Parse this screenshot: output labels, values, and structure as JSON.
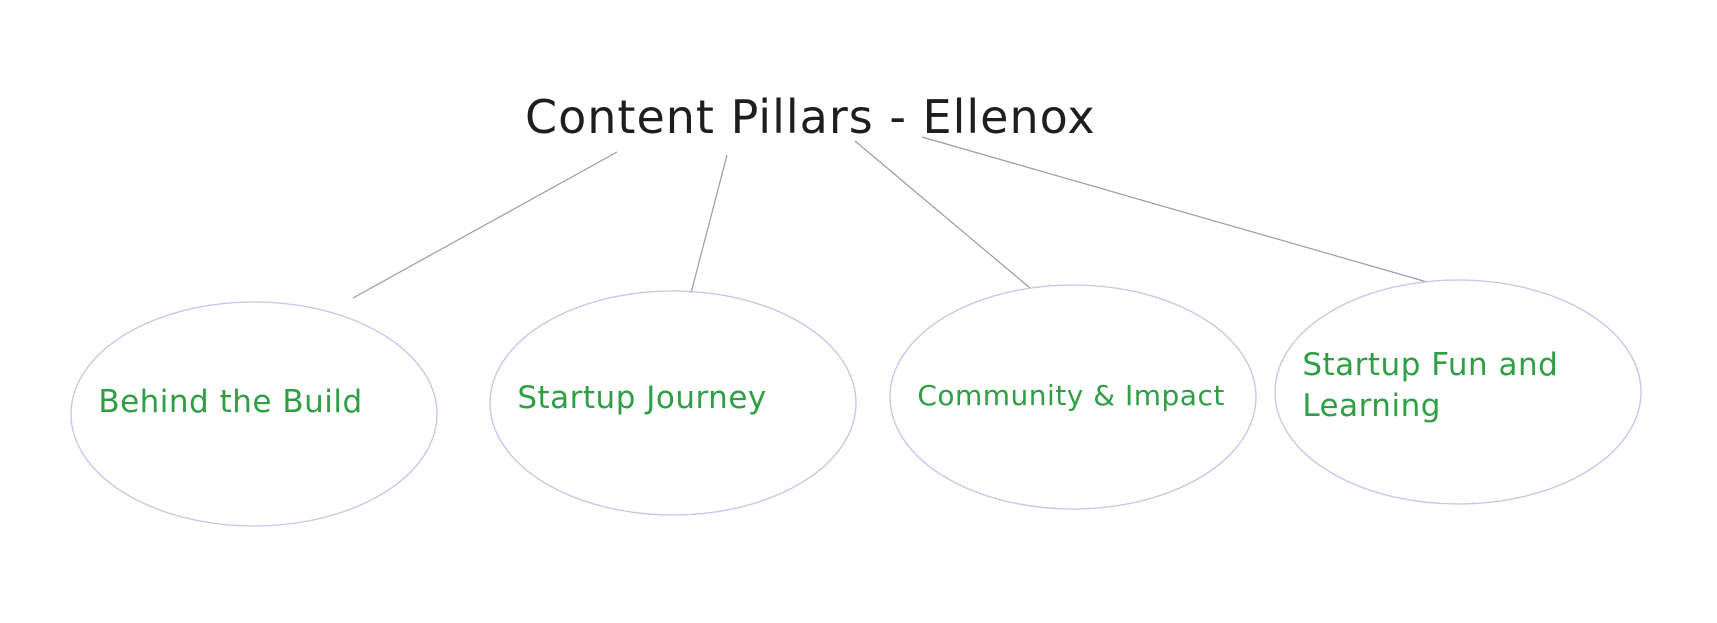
{
  "title": "Content Pillars - Ellenox",
  "pillars": [
    {
      "lines": [
        "Behind the Build"
      ]
    },
    {
      "lines": [
        "Startup Journey"
      ]
    },
    {
      "lines": [
        "Community & Impact"
      ]
    },
    {
      "lines": [
        "Startup Fun and",
        "Learning"
      ]
    }
  ],
  "colors": {
    "title": "#1e1e1e",
    "pillar_text": "#2f9e44",
    "ellipse_stroke": "#c5c5e8",
    "connector": "#9a9aa6",
    "background": "#ffffff"
  }
}
